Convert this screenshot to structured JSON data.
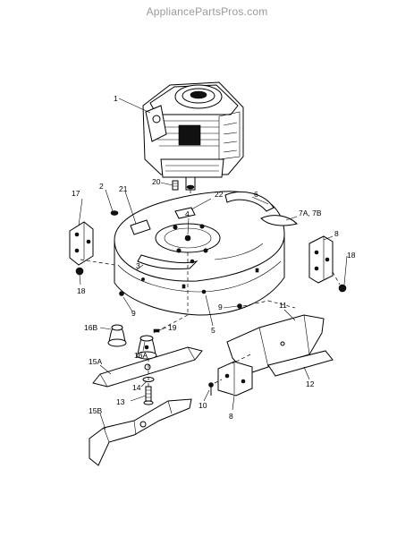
{
  "watermark": "AppliancePartsPros.com",
  "callouts": {
    "c1": "1",
    "c2": "2",
    "c3": "3",
    "c4": "4",
    "c5": "5",
    "c6": "6",
    "c7": "7A, 7B",
    "c8a": "8",
    "c8b": "8",
    "c9a": "9",
    "c9b": "9",
    "c10": "10",
    "c11": "11",
    "c12": "12",
    "c13": "13",
    "c14": "14",
    "c15a": "15A",
    "c15b": "15B",
    "c16a": "16A",
    "c16b": "16B",
    "c17": "17",
    "c18a": "18",
    "c18b": "18",
    "c19": "19",
    "c20": "20",
    "c21": "21",
    "c22": "22"
  }
}
